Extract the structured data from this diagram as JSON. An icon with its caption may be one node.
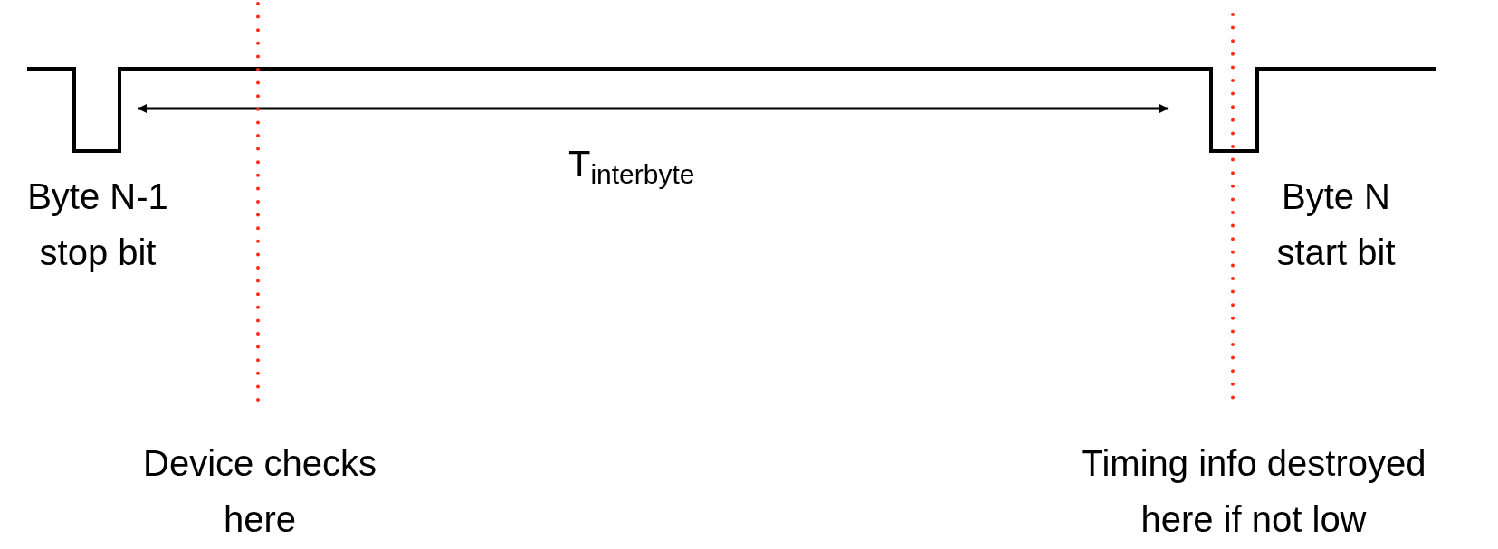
{
  "diagram": {
    "labels": [
      "T$_{interbyte}$",
      "Byte N-1 stop bit",
      "Byte N start bit",
      "Device checks here",
      "Timing info destroyed here if not low"
    ]
  }
}
